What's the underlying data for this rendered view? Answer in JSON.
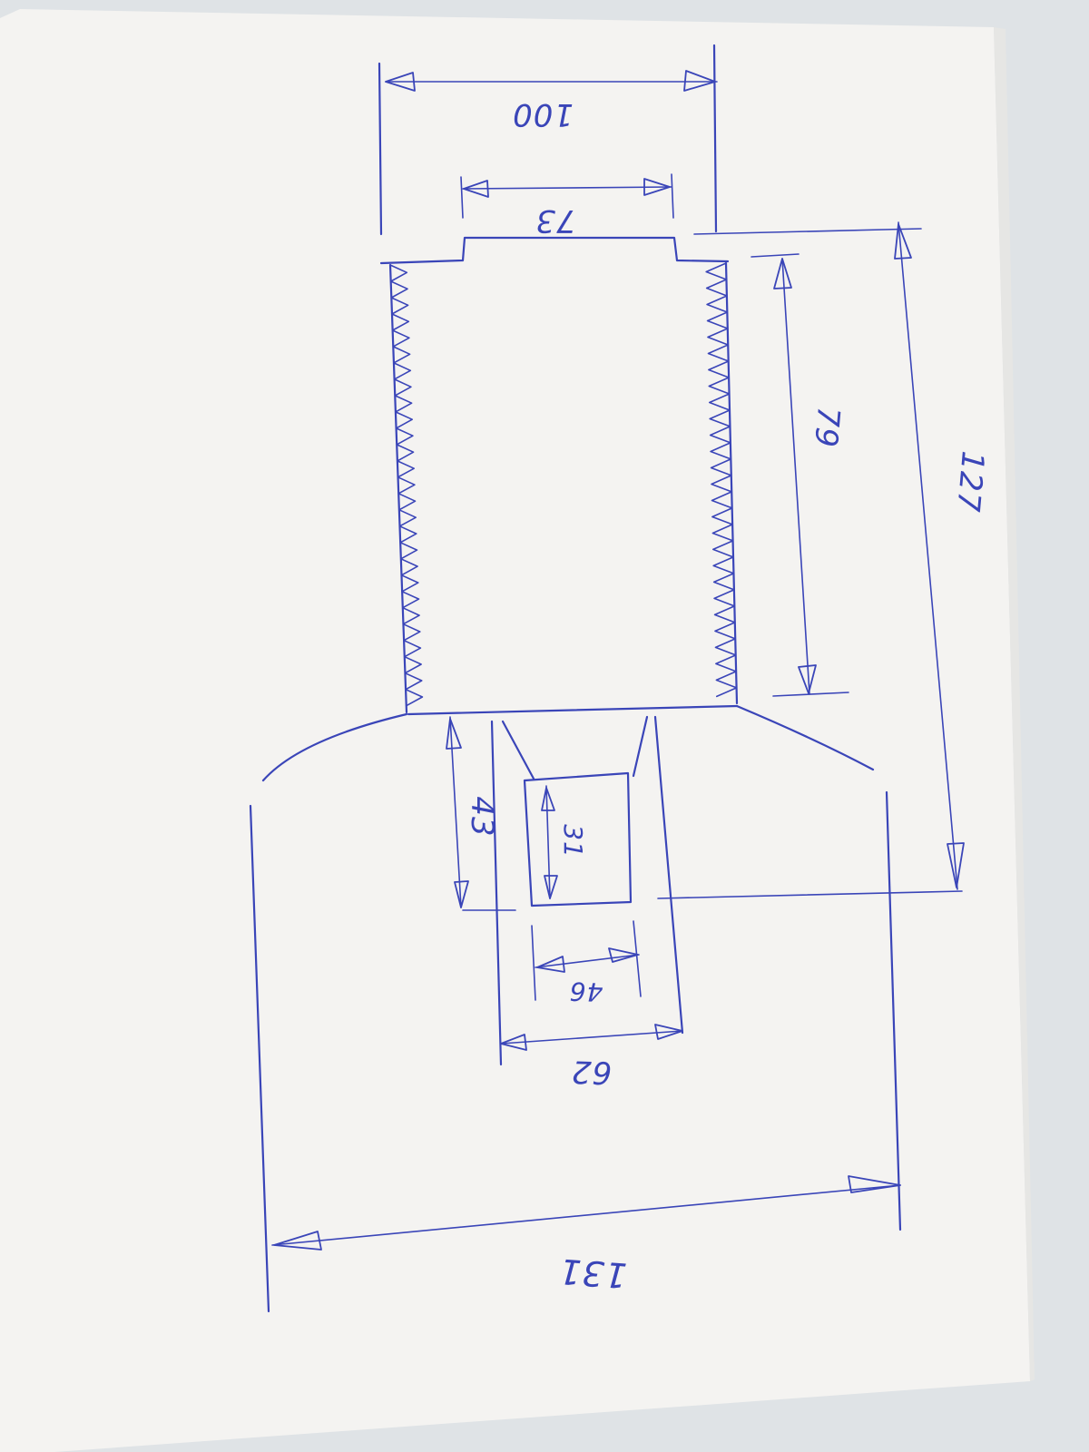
{
  "colors": {
    "ink": "#3a45b8",
    "paper": "#f6f5f3",
    "wall": "#dfe3e6"
  },
  "dimensions": {
    "top_width": "100",
    "neck_width": "73",
    "threaded_length": "79",
    "upper_total_length": "127",
    "slot_depth": "43",
    "inner_slot_length": "31",
    "inner_slot_width": "46",
    "slot_width": "62",
    "base_width": "131"
  }
}
